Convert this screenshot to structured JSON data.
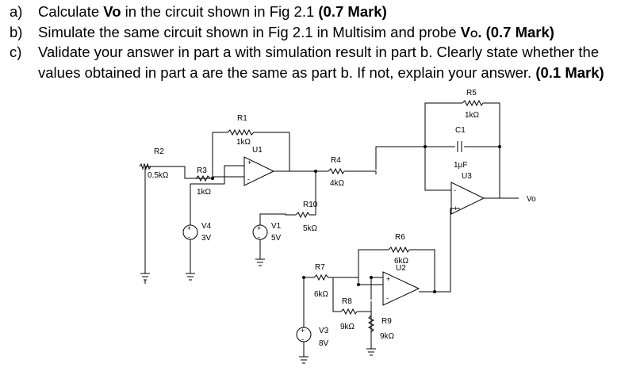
{
  "questions": [
    {
      "label": "a)",
      "pre": "Calculate ",
      "b1": "Vo",
      "mid": " in the circuit shown in Fig 2.1 ",
      "b2": "(0.7 Mark)"
    },
    {
      "label": "b)",
      "pre": "Simulate the same circuit shown in Fig 2.1 in Multisim and probe ",
      "b1": "V",
      "sub": "O",
      "mid": ". ",
      "b2": "(0.7 Mark)"
    },
    {
      "label": "c)",
      "pre": "Validate your answer in part a with simulation result in part b. Clearly state whether the"
    },
    {
      "cont": "values obtained in part a are the same as part b. If not, explain your answer. ",
      "b2": "(0.1 Mark)"
    }
  ],
  "circuit": {
    "R1": {
      "name": "R1",
      "value": "1kΩ"
    },
    "R2": {
      "name": "R2",
      "value": "0.5kΩ"
    },
    "R3": {
      "name": "R3",
      "value": "1kΩ"
    },
    "R4": {
      "name": "R4",
      "value": "4kΩ"
    },
    "R5": {
      "name": "R5",
      "value": "1kΩ"
    },
    "R6": {
      "name": "R6",
      "value": "6kΩ"
    },
    "R7": {
      "name": "R7",
      "value": "6kΩ"
    },
    "R8": {
      "name": "R8",
      "value": "9kΩ"
    },
    "R9": {
      "name": "R9",
      "value": "9kΩ"
    },
    "R10": {
      "name": "R10",
      "value": "5kΩ"
    },
    "C1": {
      "name": "C1",
      "value": "1µF"
    },
    "U1": "U1",
    "U2": "U2",
    "U3": "U3",
    "V1": {
      "name": "V1",
      "value": "5V"
    },
    "V3": {
      "name": "V3",
      "value": "8V"
    },
    "V4": {
      "name": "V4",
      "value": "3V"
    },
    "output": "Vo",
    "plus": "+",
    "minus": "-"
  }
}
